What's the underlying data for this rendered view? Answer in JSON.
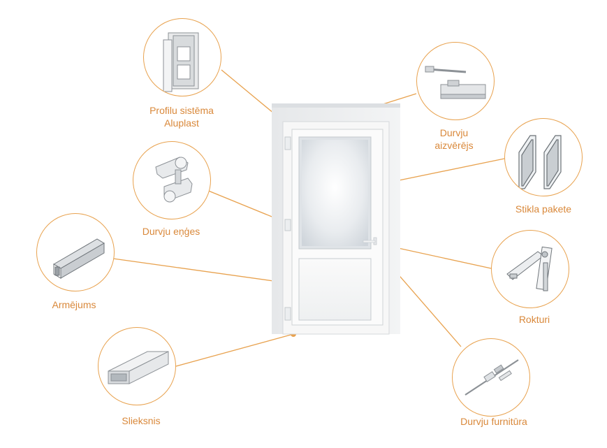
{
  "accent_color": "#e8a24f",
  "label_color": "#d9883a",
  "components": [
    {
      "id": "profile",
      "label_lines": [
        "Profilu sistēma",
        "Aluplast"
      ],
      "icon": "profile-section-icon"
    },
    {
      "id": "closer",
      "label_lines": [
        "Durvju",
        "aizvērējs"
      ],
      "icon": "door-closer-icon"
    },
    {
      "id": "glass",
      "label_lines": [
        "Stikla pakete"
      ],
      "icon": "glass-unit-icon"
    },
    {
      "id": "hinges",
      "label_lines": [
        "Durvju eņģes"
      ],
      "icon": "hinge-icon"
    },
    {
      "id": "handles",
      "label_lines": [
        "Rokturi"
      ],
      "icon": "door-handle-icon"
    },
    {
      "id": "reinforcement",
      "label_lines": [
        "Armējums"
      ],
      "icon": "steel-reinforcement-icon"
    },
    {
      "id": "threshold",
      "label_lines": [
        "Slieksnis"
      ],
      "icon": "threshold-icon"
    },
    {
      "id": "hardware",
      "label_lines": [
        "Durvju furnitūra"
      ],
      "icon": "lock-mechanism-icon"
    }
  ]
}
